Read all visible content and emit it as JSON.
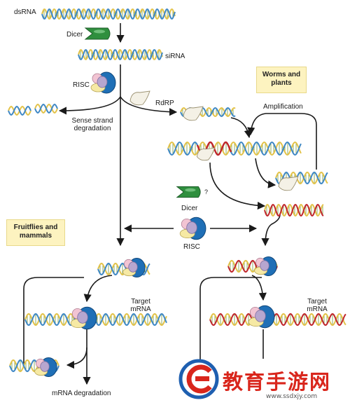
{
  "labels": {
    "dsrna": "dsRNA",
    "dicer": "Dicer",
    "sirna": "siRNA",
    "risc": "RISC",
    "rdrp": "RdRP",
    "sense_strand": "Sense strand",
    "degradation": "degradation",
    "amplification": "Amplification",
    "dicer_q": "Dicer",
    "q_mark": "?",
    "risc_center": "RISC",
    "target_left_1": "Target",
    "target_left_2": "mRNA",
    "target_right_1": "Target",
    "target_right_2": "mRNA",
    "mrna_degradation": "mRNA degradation"
  },
  "notes": {
    "worms_1": "Worms and",
    "worms_2": "plants",
    "fruit_1": "Fruitflies and",
    "fruit_2": "mammals"
  },
  "watermark": {
    "text": "教育手游网",
    "url": "www.ssdxjy.com"
  },
  "colors": {
    "strand_blue": "#3f88c5",
    "strand_yellow": "#e3c34a",
    "rung": "#8cae63",
    "red_strand": "#c0262b",
    "dicer_green": "#2f8f3e",
    "risc_blue": "#1f6fb6",
    "risc_purple": "#b7a6cf",
    "risc_pink": "#f2c4d3",
    "risc_yellow": "#f6e9a4",
    "note_fill": "#fdf3c0",
    "watermark_red": "#d9261c",
    "watermark_blue": "#1e5fb0"
  }
}
